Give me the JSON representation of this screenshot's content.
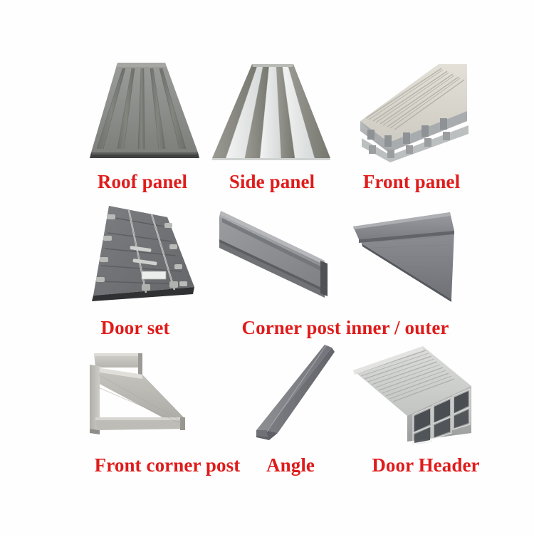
{
  "page": {
    "background_color": "#fefefe",
    "label_color": "#e01b1b",
    "title_hidden": "Container parts catalogue sheet"
  },
  "grid": {
    "rows": 3,
    "columns": 3
  },
  "items": [
    {
      "id": "roof-panel",
      "label": "Roof panel",
      "icon": "corrugated-roof-panel-icon",
      "colors": {
        "body": "#8e8f8c",
        "rib_shadow": "#6f716e",
        "edge": "#4b4c4a"
      }
    },
    {
      "id": "side-panel",
      "label": "Side panel",
      "icon": "corrugated-side-panel-icon",
      "colors": {
        "body": "#e6e8e8",
        "rib_shadow": "#8a8b85",
        "edge": "#b9bcbb"
      }
    },
    {
      "id": "front-panel",
      "label": "Front panel",
      "icon": "stacked-front-panel-icon",
      "colors": {
        "body": "#d9d6cd",
        "rib_shadow": "#b3b3ad",
        "edge": "#9aa0a3"
      }
    },
    {
      "id": "door-set",
      "label": "Door set",
      "icon": "container-door-set-icon",
      "colors": {
        "body": "#6f7175",
        "rib_shadow": "#595b5f",
        "edge": "#3a3b3d"
      }
    },
    {
      "id": "corner-post-inner",
      "label": "",
      "icon": "c-channel-corner-post-inner-icon",
      "colors": {
        "body": "#8c8e92",
        "rib_shadow": "#6c6e72",
        "edge": "#54565a"
      }
    },
    {
      "id": "corner-post-outer",
      "label": "",
      "icon": "l-angle-corner-post-outer-icon",
      "colors": {
        "body": "#8c8e92",
        "rib_shadow": "#73757a",
        "edge": "#5a5c60"
      }
    },
    {
      "id": "front-corner-post",
      "label": "Front corner post",
      "icon": "z-profile-front-corner-post-icon",
      "colors": {
        "body": "#c3c2bd",
        "rib_shadow": "#a3a29c",
        "edge": "#86857f"
      }
    },
    {
      "id": "angle",
      "label": "Angle",
      "icon": "angle-bar-icon",
      "colors": {
        "body": "#8a8c8f",
        "rib_shadow": "#6e7074",
        "edge": "#5b5d61"
      }
    },
    {
      "id": "door-header",
      "label": "Door Header",
      "icon": "square-tube-stack-door-header-icon",
      "colors": {
        "body": "#cfd0cd",
        "rib_shadow": "#a9abaa",
        "edge": "#4a4e52"
      }
    }
  ],
  "labels": {
    "roof_panel": "Roof panel",
    "side_panel": "Side panel",
    "front_panel": "Front panel",
    "door_set": "Door set",
    "corner_post": "Corner post inner / outer",
    "front_corner_post": "Front corner post",
    "angle": "Angle",
    "door_header": "Door Header"
  }
}
